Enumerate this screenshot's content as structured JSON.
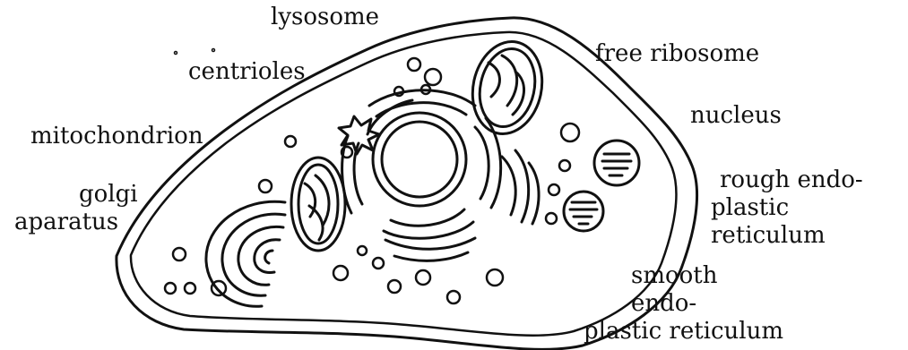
{
  "labels": {
    "lysosome": "lysosome",
    "centrioles": "centrioles",
    "mitochondrion": "mitochondrion",
    "golgi_line1": "golgi",
    "golgi_line2": "aparatus",
    "free_ribosome": "free ribosome",
    "nucleus": "nucleus",
    "rough_er_line1": "rough endo-",
    "rough_er_line2": "plastic reticulum",
    "smooth_er_line1": "smooth endo-",
    "smooth_er_line2": "plastic reticulum"
  },
  "colors": {
    "ink": "#111111",
    "background": "#ffffff"
  }
}
